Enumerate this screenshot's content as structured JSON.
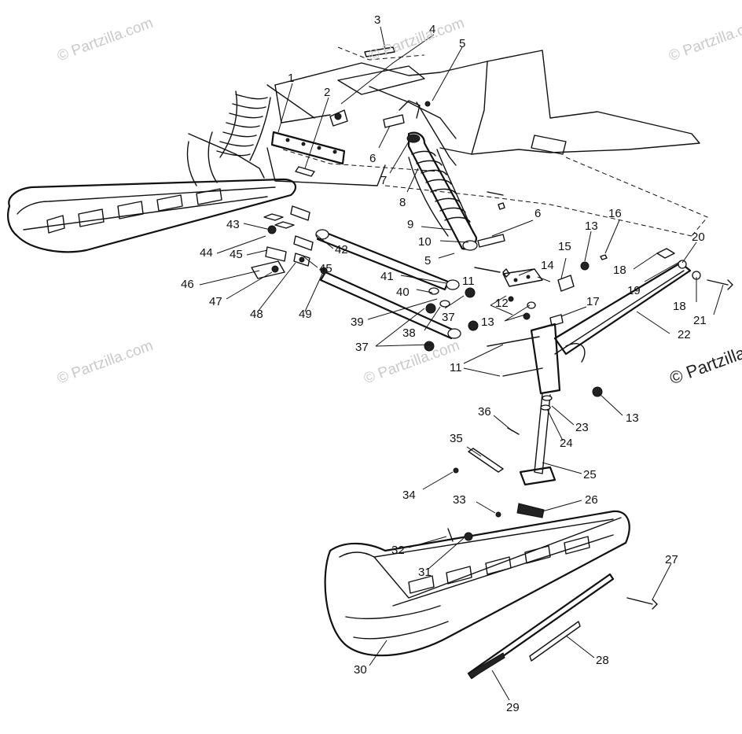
{
  "watermarks": {
    "tl": "© Partzilla.com",
    "tc": "© Partzilla.com",
    "tr": "© Partzilla.com",
    "ml": "© Partzilla.com",
    "mc": "© Partzilla.com",
    "mr": "© Partzilla"
  },
  "callouts": [
    {
      "id": "c1",
      "label": "1"
    },
    {
      "id": "c2",
      "label": "2"
    },
    {
      "id": "c3",
      "label": "3"
    },
    {
      "id": "c4",
      "label": "4"
    },
    {
      "id": "c5",
      "label": "5"
    },
    {
      "id": "c6a",
      "label": "6"
    },
    {
      "id": "c6b",
      "label": "6"
    },
    {
      "id": "c7",
      "label": "7"
    },
    {
      "id": "c8",
      "label": "8"
    },
    {
      "id": "c9",
      "label": "9"
    },
    {
      "id": "c10",
      "label": "10"
    },
    {
      "id": "c5b",
      "label": "5"
    },
    {
      "id": "c11a",
      "label": "11"
    },
    {
      "id": "c11b",
      "label": "11"
    },
    {
      "id": "c12",
      "label": "12"
    },
    {
      "id": "c13a",
      "label": "13"
    },
    {
      "id": "c13b",
      "label": "13"
    },
    {
      "id": "c13c",
      "label": "13"
    },
    {
      "id": "c14",
      "label": "14"
    },
    {
      "id": "c15",
      "label": "15"
    },
    {
      "id": "c16",
      "label": "16"
    },
    {
      "id": "c17",
      "label": "17"
    },
    {
      "id": "c18a",
      "label": "18"
    },
    {
      "id": "c18b",
      "label": "18"
    },
    {
      "id": "c19",
      "label": "19"
    },
    {
      "id": "c20",
      "label": "20"
    },
    {
      "id": "c21",
      "label": "21"
    },
    {
      "id": "c22",
      "label": "22"
    },
    {
      "id": "c23",
      "label": "23"
    },
    {
      "id": "c24",
      "label": "24"
    },
    {
      "id": "c25",
      "label": "25"
    },
    {
      "id": "c26",
      "label": "26"
    },
    {
      "id": "c27",
      "label": "27"
    },
    {
      "id": "c28",
      "label": "28"
    },
    {
      "id": "c29",
      "label": "29"
    },
    {
      "id": "c30",
      "label": "30"
    },
    {
      "id": "c31",
      "label": "31"
    },
    {
      "id": "c32",
      "label": "32"
    },
    {
      "id": "c33",
      "label": "33"
    },
    {
      "id": "c34",
      "label": "34"
    },
    {
      "id": "c35",
      "label": "35"
    },
    {
      "id": "c36",
      "label": "36"
    },
    {
      "id": "c37a",
      "label": "37"
    },
    {
      "id": "c37b",
      "label": "37"
    },
    {
      "id": "c38",
      "label": "38"
    },
    {
      "id": "c39",
      "label": "39"
    },
    {
      "id": "c40",
      "label": "40"
    },
    {
      "id": "c41",
      "label": "41"
    },
    {
      "id": "c42",
      "label": "42"
    },
    {
      "id": "c43",
      "label": "43"
    },
    {
      "id": "c44",
      "label": "44"
    },
    {
      "id": "c45a",
      "label": "45"
    },
    {
      "id": "c45b",
      "label": "45"
    },
    {
      "id": "c46",
      "label": "46"
    },
    {
      "id": "c47",
      "label": "47"
    },
    {
      "id": "c48",
      "label": "48"
    },
    {
      "id": "c49",
      "label": "49"
    }
  ]
}
